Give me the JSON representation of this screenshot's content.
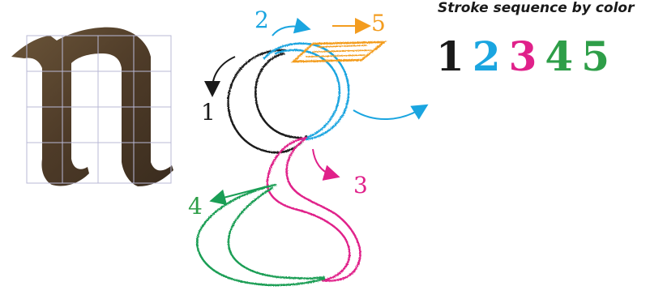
{
  "legend": {
    "title": "Stroke sequence by color",
    "digits": [
      {
        "text": "1",
        "color": "#1a1a1a"
      },
      {
        "text": "2",
        "color": "#1aa5e0"
      },
      {
        "text": "3",
        "color": "#e0218a"
      },
      {
        "text": "4",
        "color": "#2e9e48"
      },
      {
        "text": "5",
        "color": "#2e9e48"
      }
    ]
  },
  "stroke_labels": {
    "one": {
      "text": "1",
      "color": "#1a1a1a"
    },
    "two": {
      "text": "2",
      "color": "#1aa5e0"
    },
    "three": {
      "text": "3",
      "color": "#e0218a"
    },
    "four": {
      "text": "4",
      "color": "#2e9e48"
    },
    "five": {
      "text": "5",
      "color": "#f39c1f"
    }
  },
  "colors": {
    "black": "#1a1a1a",
    "cyan": "#1aa5e0",
    "magenta": "#e0218a",
    "green": "#1a9e55",
    "orange": "#f39c1f",
    "ink": "#5a4632",
    "grid": "#b9b9d6"
  }
}
